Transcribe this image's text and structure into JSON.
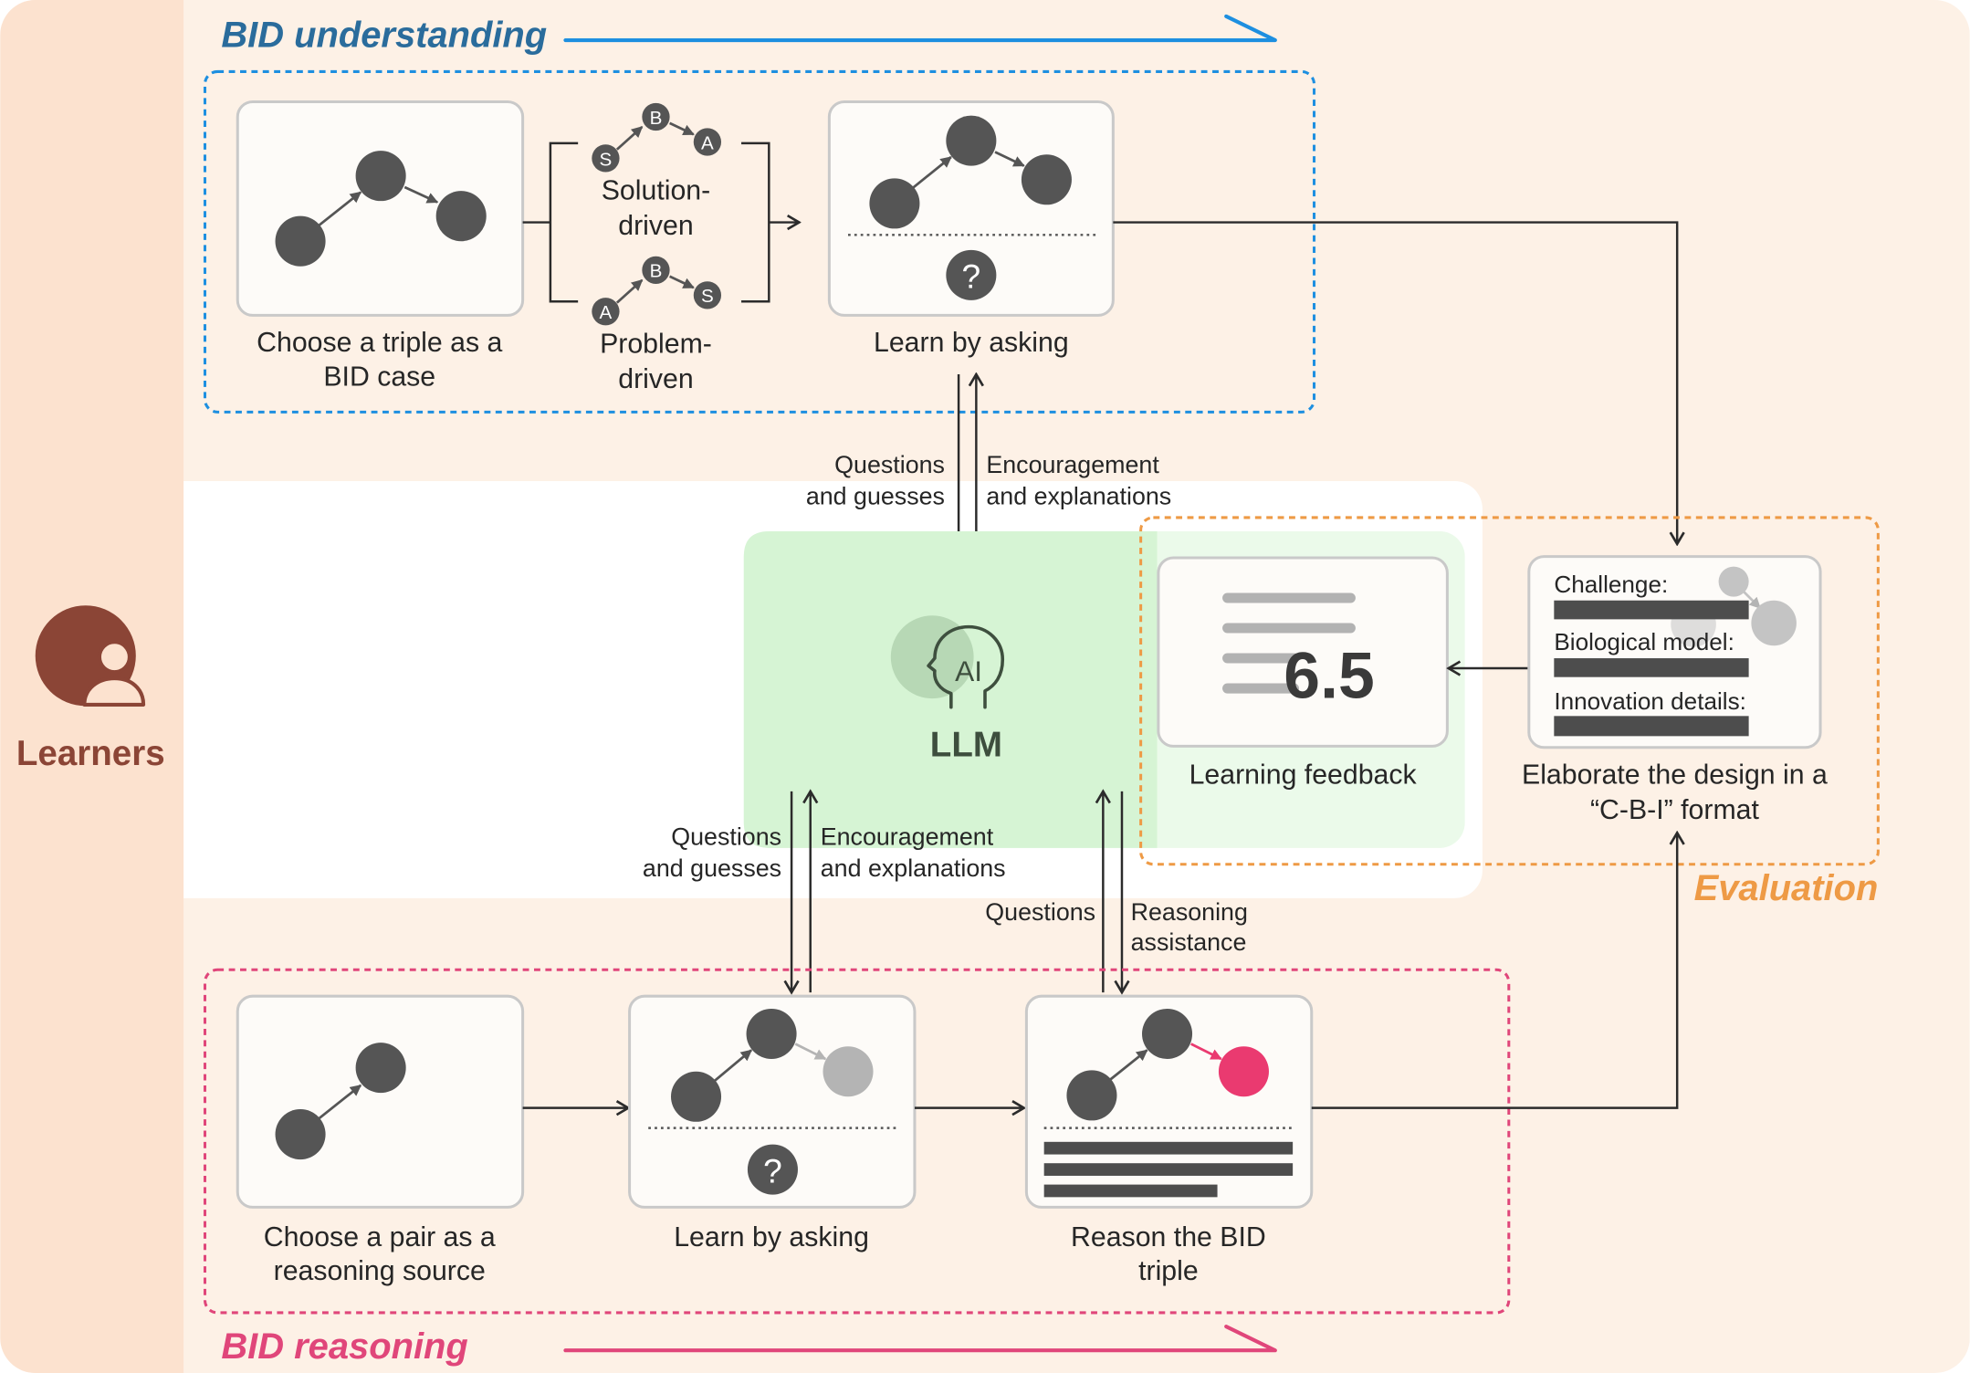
{
  "colors": {
    "understanding": "#1d8fe0",
    "reasoning": "#e0467a",
    "evaluation": "#ee9a45",
    "learners": "#8b4536",
    "llm": "#d6f4d4",
    "pink_node": "#ea3a70"
  },
  "learners": {
    "label": "Learners",
    "icon": "person-icon"
  },
  "understanding": {
    "title": "BID understanding",
    "choose_triple": [
      "Choose a triple as a",
      "BID case"
    ],
    "solution_driven": {
      "label": [
        "Solution-",
        "driven"
      ],
      "nodes": [
        "S",
        "B",
        "A"
      ]
    },
    "problem_driven": {
      "label": [
        "Problem-",
        "driven"
      ],
      "nodes": [
        "A",
        "B",
        "S"
      ]
    },
    "learn_by_asking": "Learn by asking",
    "question_mark": "?"
  },
  "top_exchange": {
    "to_llm": [
      "Questions",
      "and guesses"
    ],
    "from_llm": [
      "Encouragement",
      "and explanations"
    ]
  },
  "llm": {
    "label": "LLM",
    "icon_text": "AI"
  },
  "evaluation": {
    "title": "Evaluation",
    "score": "6.5",
    "feedback_label": "Learning feedback",
    "cbi_fields": [
      "Challenge:",
      "Biological model:",
      "Innovation details:"
    ],
    "cbi_label": [
      "Elaborate the design in a",
      "“C-B-I” format"
    ]
  },
  "bottom_exchange": {
    "to_llm": [
      "Questions",
      "and guesses"
    ],
    "from_llm": [
      "Encouragement",
      "and explanations"
    ]
  },
  "reasoning_exchange": {
    "to_llm": [
      "Questions"
    ],
    "from_llm": [
      "Reasoning",
      "assistance"
    ]
  },
  "reasoning": {
    "title": "BID reasoning",
    "choose_pair": [
      "Choose a pair as a",
      "reasoning source"
    ],
    "learn_by_asking": "Learn by asking",
    "question_mark": "?",
    "reason_triple": [
      "Reason the BID",
      "triple"
    ]
  }
}
